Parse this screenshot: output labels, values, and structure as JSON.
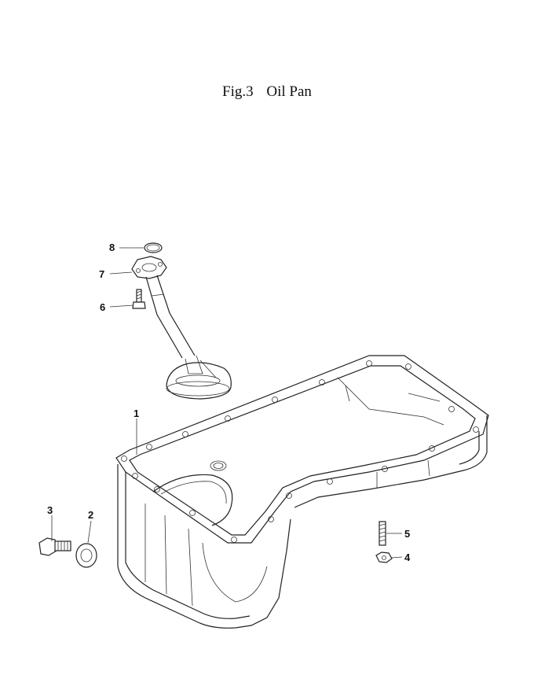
{
  "figure": {
    "number": "Fig.3",
    "title": "Oil Pan"
  },
  "callouts": [
    {
      "id": "1",
      "label": "1"
    },
    {
      "id": "2",
      "label": "2"
    },
    {
      "id": "3",
      "label": "3"
    },
    {
      "id": "4",
      "label": "4"
    },
    {
      "id": "5",
      "label": "5"
    },
    {
      "id": "6",
      "label": "6"
    },
    {
      "id": "7",
      "label": "7"
    },
    {
      "id": "8",
      "label": "8"
    }
  ]
}
